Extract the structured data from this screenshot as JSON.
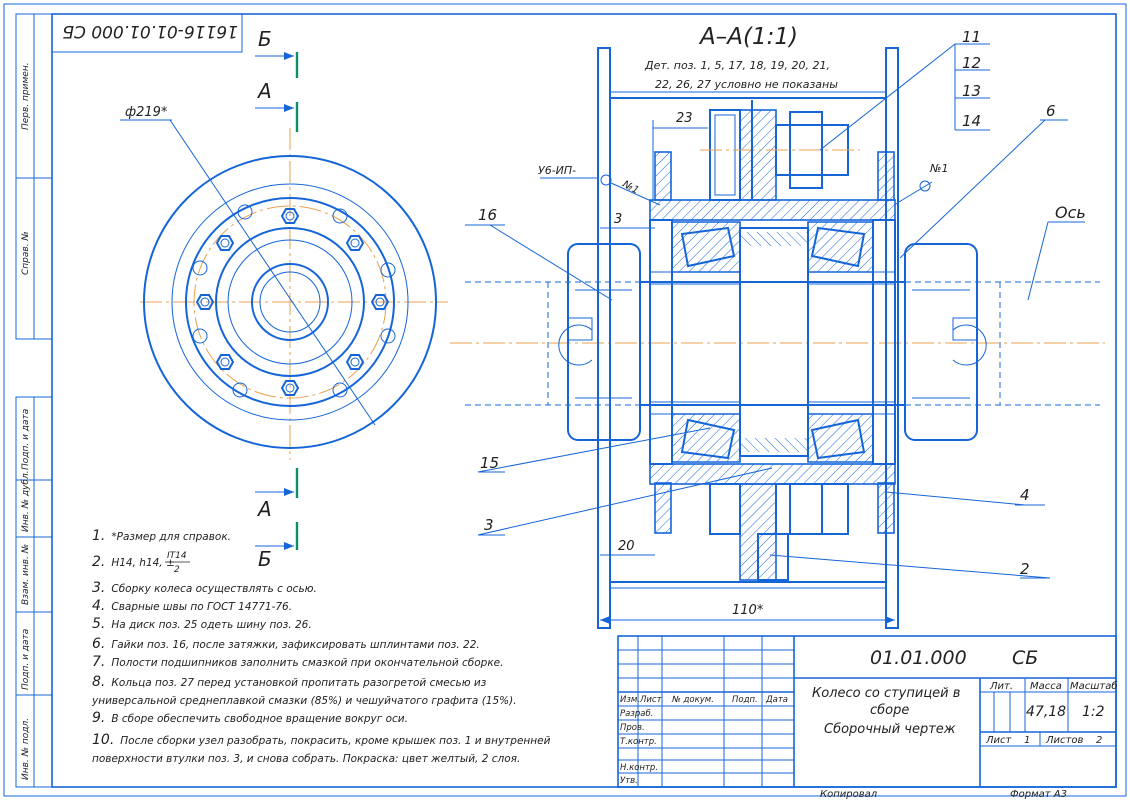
{
  "doc_code_rot": "16116-01.01.000 СБ",
  "section_title": "А–А(1:1)",
  "section_note_1": "Дет. поз. 1, 5, 17, 18, 19, 20, 21,",
  "section_note_2": "22, 26, 27 условно не показаны",
  "cut_labels": {
    "b_top": "Б",
    "a_top": "А",
    "a_bot": "А",
    "b_bot": "Б"
  },
  "dims": {
    "diameter": "ф219*",
    "d23": "23",
    "d3": "3",
    "d20": "20",
    "d110": "110*"
  },
  "positions": {
    "p11": "11",
    "p12": "12",
    "p13": "13",
    "p14": "14",
    "p6": "6",
    "p16": "16",
    "p15": "15",
    "p3": "3",
    "p4": "4",
    "p2": "2"
  },
  "weld_left": "У6-ИП-",
  "weld_n1a": "№1",
  "weld_n1b": "№1",
  "axis_label": "Ось",
  "notes": [
    {
      "num": "1.",
      "text": "*Размер для справок."
    },
    {
      "num": "2.",
      "text": "H14, h14, ±",
      "frac_top": "IT14",
      "frac_bot": "2"
    },
    {
      "num": "3.",
      "text": "Сборку колеса осуществлять с осью."
    },
    {
      "num": "4.",
      "text": "Сварные швы по ГОСТ 14771-76."
    },
    {
      "num": "5.",
      "text": "На диск поз. 25 одеть шину поз. 26."
    },
    {
      "num": "6.",
      "text": "Гайки поз. 16, после затяжки, зафиксировать шплинтами поз. 22."
    },
    {
      "num": "7.",
      "text": "Полости подшипников заполнить смазкой при окончательной сборке."
    },
    {
      "num": "8.",
      "text": "Кольца поз. 27 перед установкой пропитать разогретой смесью из"
    },
    {
      "num": "",
      "text": "универсальной среднеплавкой смазки (85%) и чешуйчатого графита (15%)."
    },
    {
      "num": "9.",
      "text": "В сборе обеспечить свободное вращение вокруг оси."
    },
    {
      "num": "10.",
      "text": "После сборки узел разобрать, покрасить, кроме крышек поз. 1 и внутренней"
    },
    {
      "num": "",
      "text": "поверхности втулки поз. 3, и снова собрать. Покраска: цвет желтый, 2 слоя."
    }
  ],
  "side_strip": [
    "Перв. примен.",
    "Справ. №",
    "Подп. и дата",
    "Инв. № дубл.",
    "Взам. инв. №",
    "Подп. и дата",
    "Инв. № подл."
  ],
  "title_block": {
    "code": "01.01.000",
    "sb": "СБ",
    "name_1": "Колесо со ступицей в",
    "name_2": "сборе",
    "name_3": "Сборочный чертеж",
    "col_izm": "Изм.",
    "col_list": "Лист",
    "col_doc": "№ докум.",
    "col_podp": "Подп.",
    "col_date": "Дата",
    "row_razrab": "Разраб.",
    "row_prov": "Пров.",
    "row_tkontr": "Т.контр.",
    "row_nkontr": "Н.контр.",
    "row_utv": "Утв.",
    "lit": "Лит.",
    "mass_h": "Масса",
    "scale_h": "Масштаб",
    "mass": "47,18",
    "scale": "1:2",
    "sheet_label": "Лист",
    "sheet_val": "1",
    "sheets_label": "Листов",
    "sheets_val": "2",
    "copied": "Копировал",
    "format": "Формат   А3"
  }
}
